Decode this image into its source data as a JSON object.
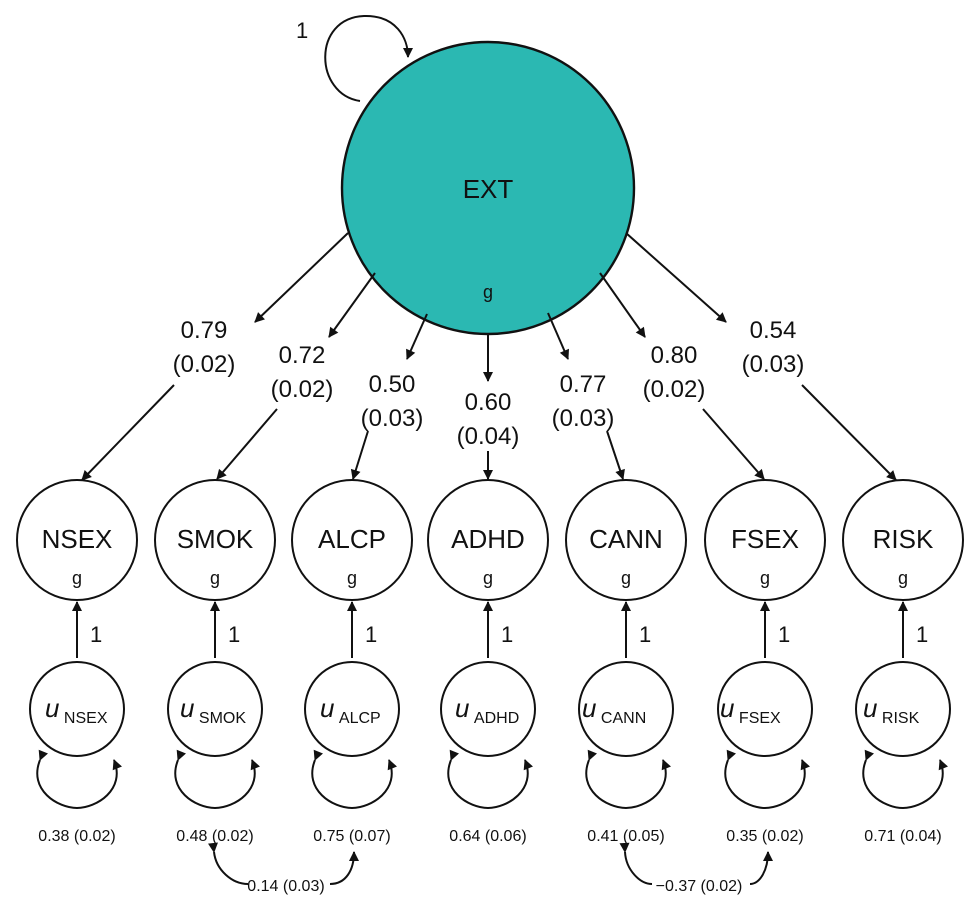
{
  "diagram": {
    "latent": {
      "label": "EXT",
      "sub": "g",
      "fill": "#2bb8b2",
      "self_loop_label": "1"
    },
    "indicators": [
      {
        "label": "NSEX",
        "sub": "g",
        "loading_value": "0.79",
        "loading_se": "(0.02)",
        "path_label": "1",
        "resid_u": "u",
        "resid_sub": "NSEX",
        "resid_var": "0.38 (0.02)"
      },
      {
        "label": "SMOK",
        "sub": "g",
        "loading_value": "0.72",
        "loading_se": "(0.02)",
        "path_label": "1",
        "resid_u": "u",
        "resid_sub": "SMOK",
        "resid_var": "0.48 (0.02)"
      },
      {
        "label": "ALCP",
        "sub": "g",
        "loading_value": "0.50",
        "loading_se": "(0.03)",
        "path_label": "1",
        "resid_u": "u",
        "resid_sub": "ALCP",
        "resid_var": "0.75 (0.07)"
      },
      {
        "label": "ADHD",
        "sub": "g",
        "loading_value": "0.60",
        "loading_se": "(0.04)",
        "path_label": "1",
        "resid_u": "u",
        "resid_sub": "ADHD",
        "resid_var": "0.64 (0.06)"
      },
      {
        "label": "CANN",
        "sub": "g",
        "loading_value": "0.77",
        "loading_se": "(0.03)",
        "path_label": "1",
        "resid_u": "u",
        "resid_sub": "CANN",
        "resid_var": "0.41 (0.05)"
      },
      {
        "label": "FSEX",
        "sub": "g",
        "loading_value": "0.80",
        "loading_se": "(0.02)",
        "path_label": "1",
        "resid_u": "u",
        "resid_sub": "FSEX",
        "resid_var": "0.35 (0.02)"
      },
      {
        "label": "RISK",
        "sub": "g",
        "loading_value": "0.54",
        "loading_se": "(0.03)",
        "path_label": "1",
        "resid_u": "u",
        "resid_sub": "RISK",
        "resid_var": "0.71 (0.04)"
      }
    ],
    "covariances": [
      {
        "from": "SMOK",
        "to": "ALCP",
        "label": "0.14 (0.03)"
      },
      {
        "from": "CANN",
        "to": "FSEX",
        "label": "−0.37 (0.02)"
      }
    ]
  }
}
